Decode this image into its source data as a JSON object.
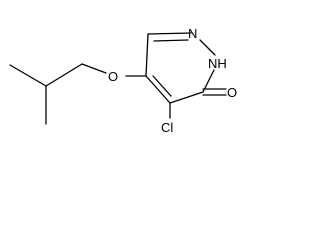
{
  "structure": {
    "atoms": {
      "n1": "N",
      "nh": "NH",
      "o_carbonyl": "O",
      "cl": "Cl",
      "o_ether": "O"
    }
  },
  "colors": {
    "bond": "#000000",
    "text": "#000000",
    "background": "#ffffff"
  }
}
